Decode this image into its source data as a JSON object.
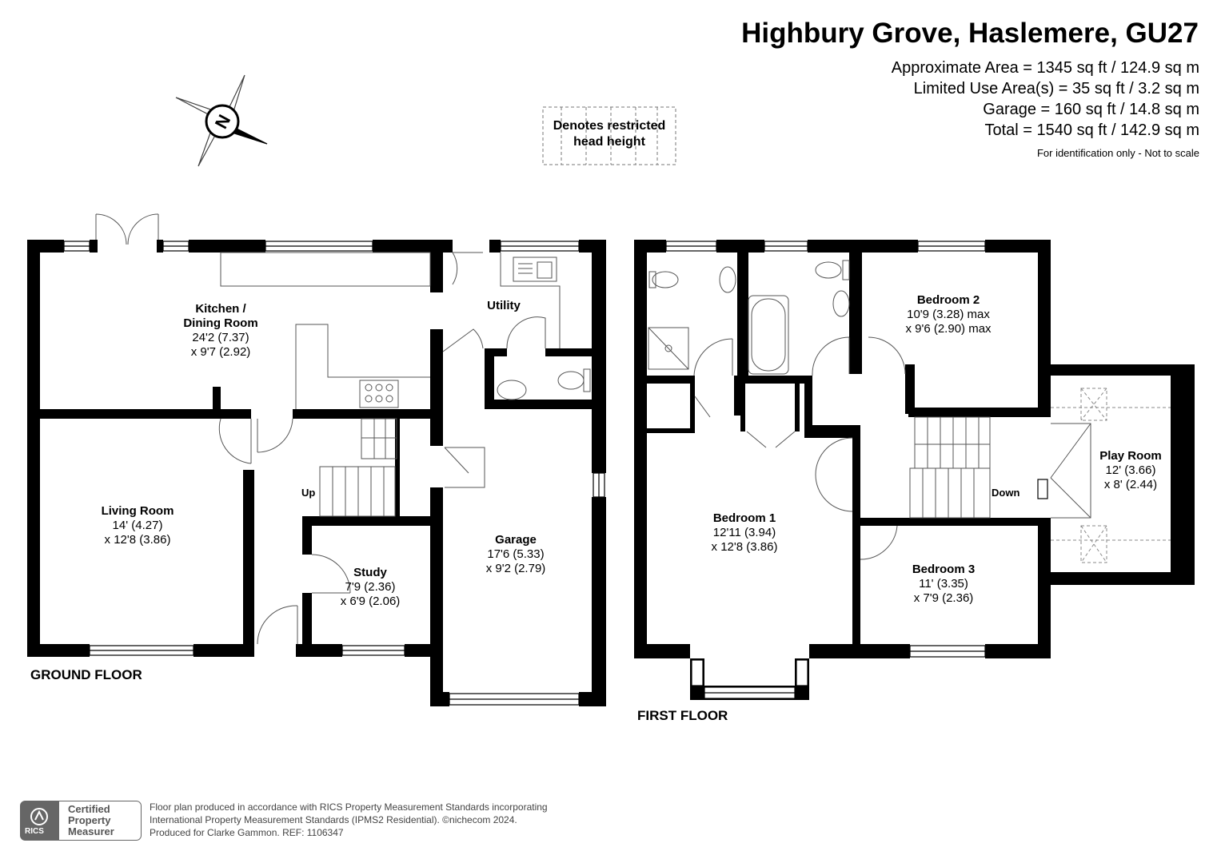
{
  "header": {
    "title": "Highbury Grove, Haslemere, GU27",
    "area_lines": [
      "Approximate Area = 1345 sq ft / 124.9 sq m",
      "Limited Use Area(s) = 35 sq ft / 3.2 sq m",
      "Garage = 160 sq ft / 14.8 sq m",
      "Total = 1540 sq ft / 142.9 sq m"
    ],
    "disclaimer": "For identification only - Not to scale"
  },
  "legend": {
    "restricted_line1": "Denotes restricted",
    "restricted_line2": "head height"
  },
  "compass": {
    "letter": "N"
  },
  "ground_floor": {
    "label": "GROUND FLOOR",
    "stair_label": "Up",
    "rooms": {
      "kitchen": {
        "name_line1": "Kitchen /",
        "name_line2": "Dining Room",
        "dim1": "24'2 (7.37)",
        "dim2": "x 9'7 (2.92)"
      },
      "utility": {
        "name": "Utility"
      },
      "living": {
        "name": "Living Room",
        "dim1": "14' (4.27)",
        "dim2": "x 12'8 (3.86)"
      },
      "study": {
        "name": "Study",
        "dim1": "7'9 (2.36)",
        "dim2": "x 6'9 (2.06)"
      },
      "garage": {
        "name": "Garage",
        "dim1": "17'6 (5.33)",
        "dim2": "x 9'2 (2.79)"
      }
    }
  },
  "first_floor": {
    "label": "FIRST FLOOR",
    "stair_label": "Down",
    "rooms": {
      "bedroom1": {
        "name": "Bedroom 1",
        "dim1": "12'11 (3.94)",
        "dim2": "x 12'8 (3.86)"
      },
      "bedroom2": {
        "name": "Bedroom 2",
        "dim1": "10'9 (3.28) max",
        "dim2": "x 9'6 (2.90) max"
      },
      "bedroom3": {
        "name": "Bedroom 3",
        "dim1": "11' (3.35)",
        "dim2": "x 7'9 (2.36)"
      },
      "playroom": {
        "name": "Play Room",
        "dim1": "12' (3.66)",
        "dim2": "x 8' (2.44)"
      }
    }
  },
  "footer": {
    "badge_line1": "Certified",
    "badge_line2": "Property",
    "badge_line3": "Measurer",
    "badge_logo": "RICS",
    "line1": "Floor plan produced in accordance with RICS Property Measurement Standards incorporating",
    "line2": "International Property Measurement Standards (IPMS2 Residential).  ©nichecom 2024.",
    "line3": "Produced for Clarke Gammon.   REF: 1106347"
  },
  "colors": {
    "wall": "#000000",
    "fixture": "#555555",
    "badge": "#666666"
  }
}
